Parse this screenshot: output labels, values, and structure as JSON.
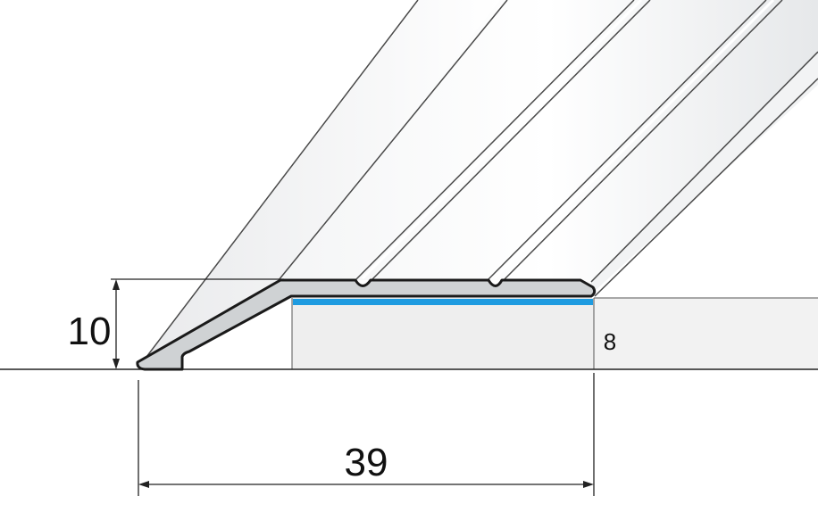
{
  "diagram": {
    "dimensions": {
      "height_total": "10",
      "height_substrate": "8",
      "width_total": "39"
    },
    "colors": {
      "profile_fill": "#cfd2d4",
      "profile_outline": "#1a1a1a",
      "adhesive_strip": "#1e9be0",
      "substrate_fill": "#eeeeee",
      "line": "#333333",
      "background": "#ffffff"
    }
  }
}
